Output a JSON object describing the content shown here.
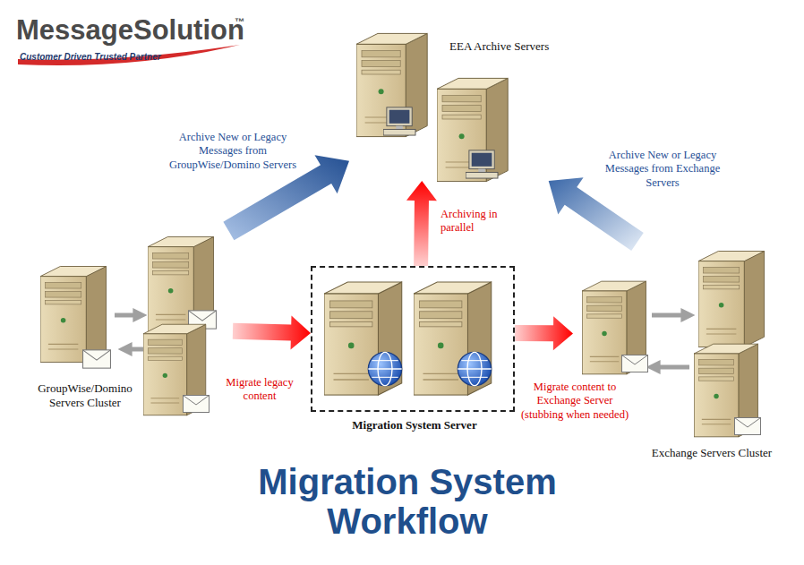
{
  "diagram": {
    "title": "Migration System Workflow",
    "nodes": [
      {
        "text": [
          "EEA Archive Servers"
        ]
      },
      {
        "text": [
          "GroupWise/Domino Servers Cluster"
        ]
      },
      {
        "text": [
          "Migration System Server"
        ]
      },
      {
        "text": [
          "Exchange Servers Cluster"
        ]
      }
    ],
    "edges": [
      {
        "from": 1,
        "to": 0,
        "arrow": "to",
        "label": "Archive New or Legacy Messages from GroupWise/Domino Servers"
      },
      {
        "from": 2,
        "to": 0,
        "arrow": "to",
        "label": "Archiving in parallel"
      },
      {
        "from": 3,
        "to": 0,
        "arrow": "to",
        "label": "Archive New or Legacy Messages from Exchange Servers"
      },
      {
        "from": 1,
        "to": 2,
        "arrow": "to",
        "label": "Migrate legacy content"
      },
      {
        "from": 2,
        "to": 3,
        "arrow": "to",
        "label": "Migrate content to Exchange Server (stubbing when needed)"
      }
    ],
    "labels": [
      "MessageSolution",
      "™",
      "Customer Driven Trusted Partner"
    ]
  }
}
